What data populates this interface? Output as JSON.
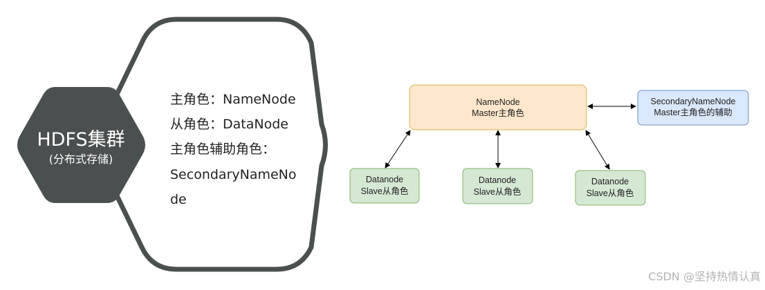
{
  "hub": {
    "title": "HDFS集群",
    "subtitle": "(分布式存储)"
  },
  "roles": {
    "line1": "主角色：NameNode",
    "line2": "从角色：DataNode",
    "line3": "主角色辅助角色：",
    "line4": "SecondaryNameNo",
    "line5": "de"
  },
  "nodes": {
    "namenode": {
      "line1": "NameNode",
      "line2": "Master主角色"
    },
    "secondary": {
      "line1": "SecondaryNameNode",
      "line2": "Master主角色的辅助"
    },
    "datanode1": {
      "line1": "Datanode",
      "line2": "Slave从角色"
    },
    "datanode2": {
      "line1": "Datanode",
      "line2": "Slave从角色"
    },
    "datanode3": {
      "line1": "Datanode",
      "line2": "Slave从角色"
    }
  },
  "watermark": "CSDN @坚持热情认真",
  "colors": {
    "hub_fill": "#4a4f4f",
    "outline": "#4a4f4f",
    "namenode_fill": "#ffe6cc",
    "namenode_stroke": "#d6b656",
    "secondary_fill": "#dae8fc",
    "secondary_stroke": "#6c8ebf",
    "datanode_fill": "#d5e8d4",
    "datanode_stroke": "#82b366"
  }
}
